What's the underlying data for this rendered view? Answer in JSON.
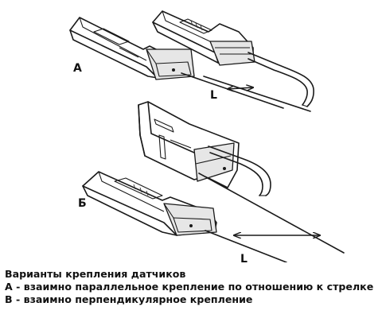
{
  "diagram": {
    "labels": {
      "variant_a": "А",
      "variant_b": "Б",
      "distance_top": "L",
      "distance_bottom": "L"
    }
  },
  "caption": {
    "title": "Варианты крепления датчиков",
    "line_a": "А - взаимно параллельное крепление по отношению к стрелке",
    "line_b": "В - взаимно перпендикулярное крепление"
  }
}
